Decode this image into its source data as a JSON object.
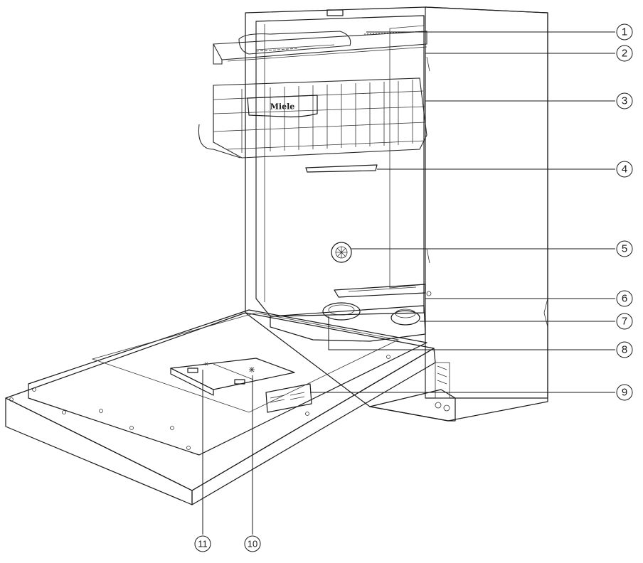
{
  "brand_label": "Miele",
  "callouts": [
    "1",
    "2",
    "3",
    "4",
    "5",
    "6",
    "7",
    "8",
    "9",
    "10",
    "11"
  ],
  "colors": {
    "cabinet_fill": "#e4e4e4",
    "interior_fill": "#cfcfcf",
    "door_fill": "#f2f2f2",
    "line": "#1a1a1a"
  }
}
